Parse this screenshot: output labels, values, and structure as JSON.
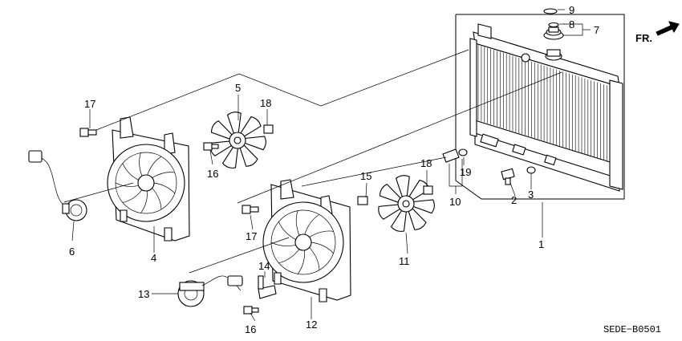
{
  "diagram": {
    "labels": {
      "p1": "1",
      "p2": "2",
      "p3": "3",
      "p4": "4",
      "p5": "5",
      "p6": "6",
      "p7": "7",
      "p8": "8",
      "p9": "9",
      "p10": "10",
      "p11": "11",
      "p12": "12",
      "p13": "13",
      "p14": "14",
      "p15": "15",
      "p16a": "16",
      "p16b": "16",
      "p17a": "17",
      "p17b": "17",
      "p18a": "18",
      "p18b": "18",
      "p19": "19"
    },
    "direction_label": "FR.",
    "diagram_code": "SEDE−B0501"
  }
}
